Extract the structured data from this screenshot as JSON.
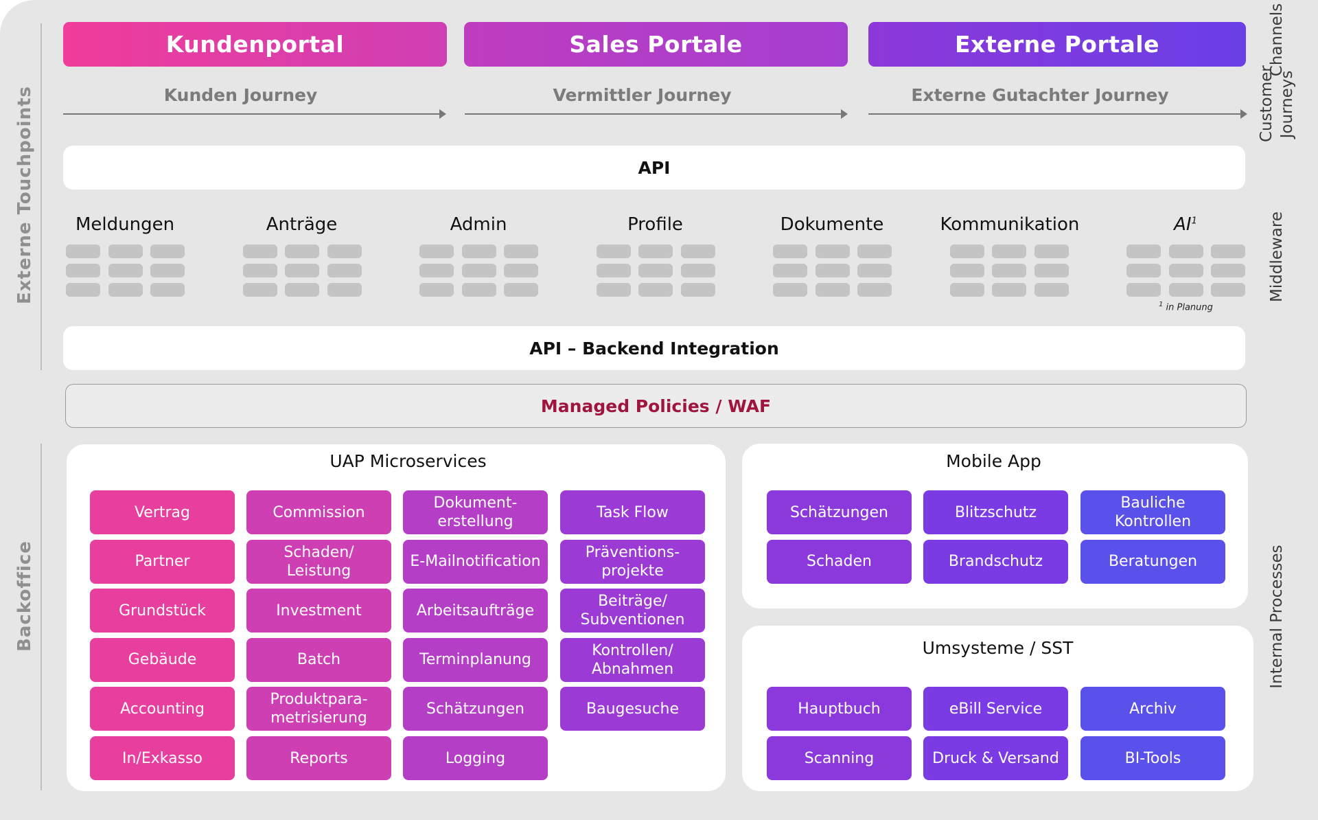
{
  "side_labels": {
    "touchpoints": "Externe Touchpoints",
    "backoffice": "Backoffice"
  },
  "right_labels": {
    "channels": "Channels",
    "journeys": "Customer Journeys",
    "middleware": "Middleware",
    "internal": "Internal Processes"
  },
  "channels": [
    {
      "label": "Kundenportal",
      "color_from": "#f03c9a",
      "color_to": "#cf3fb4"
    },
    {
      "label": "Sales Portale",
      "color_from": "#bf3dbf",
      "color_to": "#a43ed2"
    },
    {
      "label": "Externe Portale",
      "color_from": "#8d38d9",
      "color_to": "#6a3fe6"
    }
  ],
  "journeys": [
    "Kunden Journey",
    "Vermittler Journey",
    "Externe Gutachter Journey"
  ],
  "api_label": "API",
  "middleware": {
    "modules": [
      {
        "label": "Meldungen"
      },
      {
        "label": "Anträge"
      },
      {
        "label": "Admin"
      },
      {
        "label": "Profile"
      },
      {
        "label": "Dokumente"
      },
      {
        "label": "Kommunikation"
      },
      {
        "label": "AI",
        "sup": "1"
      }
    ],
    "footnote_mark": "1",
    "footnote_text": "in Planung"
  },
  "backend_label": "API – Backend Integration",
  "waf_label": "Managed Policies / WAF",
  "uap": {
    "title": "UAP Microservices",
    "columns": [
      [
        "Vertrag",
        "Partner",
        "Grundstück",
        "Gebäude",
        "Accounting",
        "In/Exkasso"
      ],
      [
        "Commission",
        "Schaden/\nLeistung",
        "Investment",
        "Batch",
        "Produktpara-\nmetrisierung",
        "Reports"
      ],
      [
        "Dokument-\nerstellung",
        "E-Mailnotification",
        "Arbeitsaufträge",
        "Terminplanung",
        "Schätzungen",
        "Logging"
      ],
      [
        "Task Flow",
        "Präventions-\nprojekte",
        "Beiträge/\nSubventionen",
        "Kontrollen/\nAbnahmen",
        "Baugesuche"
      ]
    ],
    "column_colors": [
      "#e83e9e",
      "#cf3fb4",
      "#b43fc6",
      "#9c3ad6"
    ]
  },
  "mobile": {
    "title": "Mobile App",
    "rows": [
      [
        "Schätzungen",
        "Blitzschutz",
        "Bauliche\nKontrollen"
      ],
      [
        "Schaden",
        "Brandschutz",
        "Beratungen"
      ]
    ],
    "column_colors": [
      "#8b39dc",
      "#7a3be4",
      "#5a50ea"
    ]
  },
  "umsysteme": {
    "title": "Umsysteme / SST",
    "rows": [
      [
        "Hauptbuch",
        "eBill Service",
        "Archiv"
      ],
      [
        "Scanning",
        "Druck & Versand",
        "BI-Tools"
      ]
    ],
    "column_colors": [
      "#8b39dc",
      "#7a3be4",
      "#5a50ea"
    ]
  }
}
